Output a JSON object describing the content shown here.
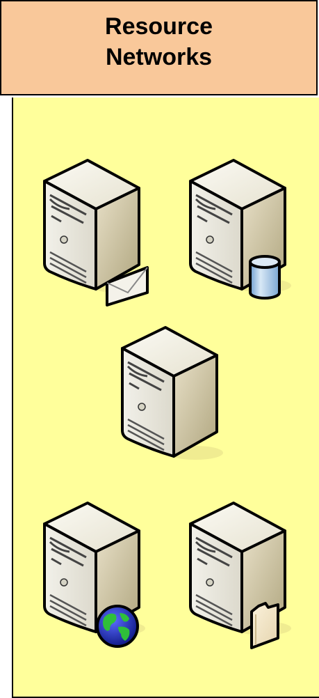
{
  "header": {
    "title": "Resource\nNetworks",
    "background_color": "#f9c89a"
  },
  "body": {
    "background_color": "#ffff9b"
  },
  "servers": [
    {
      "name": "mail-server",
      "badge_icon": "envelope-icon"
    },
    {
      "name": "database-server",
      "badge_icon": "database-icon"
    },
    {
      "name": "generic-server",
      "badge_icon": ""
    },
    {
      "name": "web-server",
      "badge_icon": "globe-icon"
    },
    {
      "name": "file-server",
      "badge_icon": "folder-icon"
    }
  ]
}
